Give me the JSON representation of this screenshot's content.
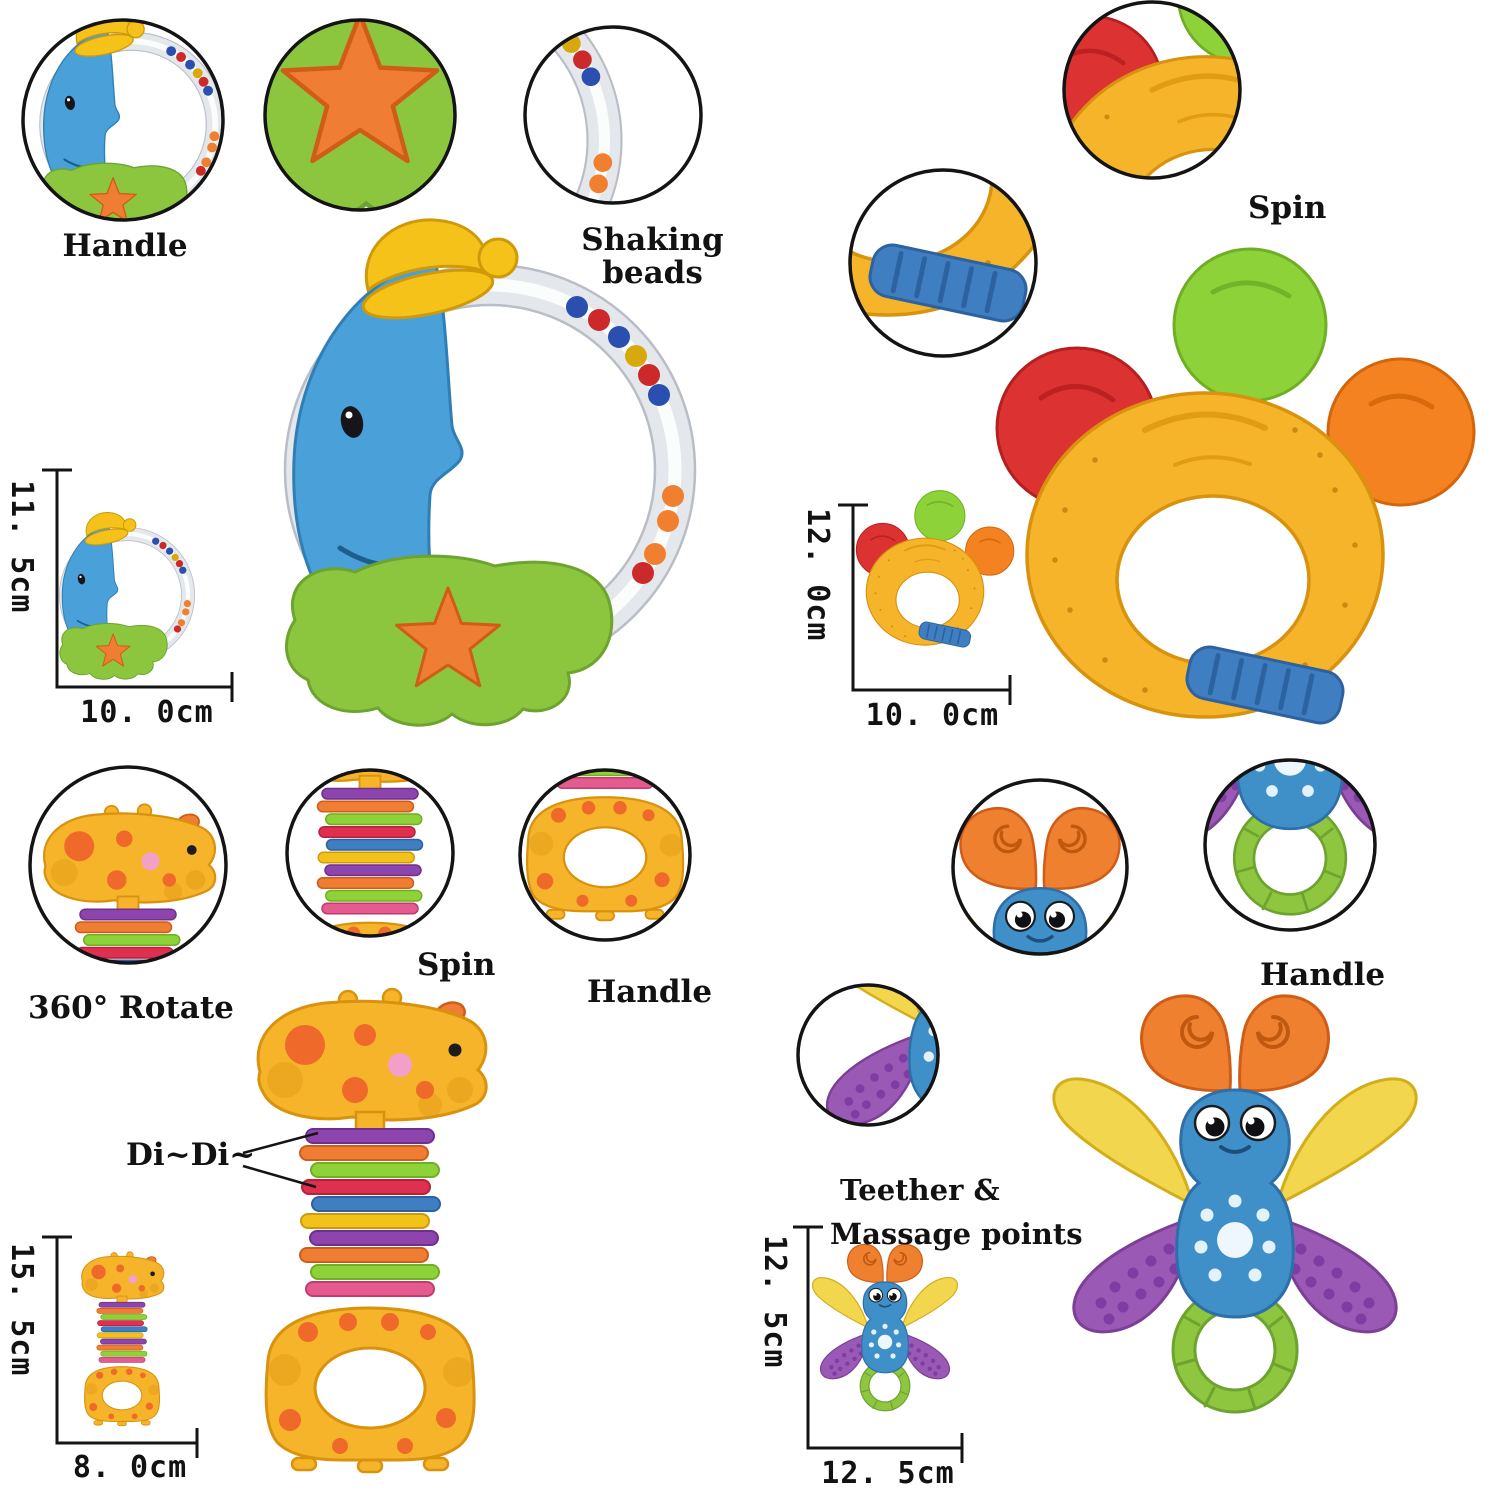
{
  "page": {
    "description": "Annotated baby rattle and teether toy set infographic, four toys with zoom callouts and dimension lines"
  },
  "palette": {
    "yellow": "#f6b42a",
    "blue": "#4aa0d8",
    "green": "#8cc63e",
    "orange": "#ef7d33",
    "red": "#dc3232",
    "purple": "#9b59b6",
    "line": "#141414"
  },
  "moon_rattle": {
    "callout_handle": "Handle",
    "callout_beads": "Shaking beads",
    "dim_height": "11. 5cm",
    "dim_width": "10. 0cm"
  },
  "tambourine_rattle": {
    "callout_spin": "Spin",
    "dim_height": "12. 0cm",
    "dim_width": "10. 0cm"
  },
  "giraffe_rattle": {
    "callout_rotate": "360° Rotate",
    "callout_spin": "Spin",
    "callout_handle": "Handle",
    "sound_label": "Di~Di~",
    "dim_height": "15. 5cm",
    "dim_width": "8. 0cm"
  },
  "butterfly_teether": {
    "callout_handle": "Handle",
    "callout_teether_line1": "Teether &",
    "callout_teether_line2": "Massage points",
    "dim_height": "12. 5cm",
    "dim_width": "12. 5cm"
  }
}
